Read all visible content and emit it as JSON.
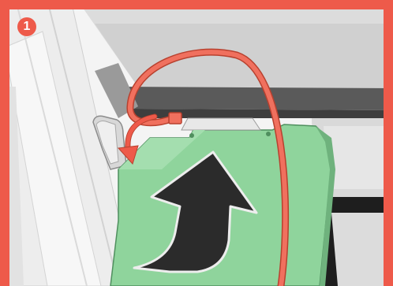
{
  "step": {
    "number": "1"
  },
  "colors": {
    "accent": "#EE5A4A",
    "cable": "#F0705E",
    "cable_outline": "#B8412F",
    "module_green": "#8FD49C",
    "module_dark_green": "#6FB27D",
    "arrow": "#2B2B2B",
    "frame_gray": "#E6E6E6",
    "bracket_gray": "#D6D6D6",
    "rail_gray": "#6E6E6E",
    "dark_slot": "#1F1F1F"
  },
  "icons": {
    "step_badge": "numbered-circle",
    "insert_direction": "curved-up-arrow",
    "cable_route": "curved-arrow"
  }
}
